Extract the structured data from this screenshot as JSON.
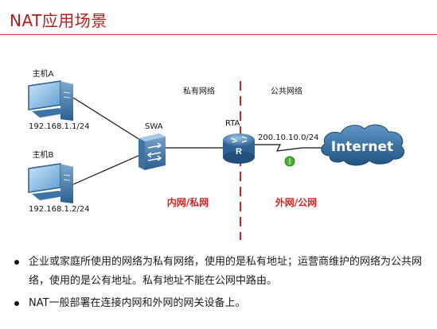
{
  "title": "NAT应用场景",
  "hosts": [
    {
      "label": "主机A",
      "ip": "192.168.1.1/24"
    },
    {
      "label": "主机B",
      "ip": "192.168.1.2/24"
    }
  ],
  "switch_label": "SWA",
  "router_label": "RTA",
  "router_ip": "200.10.10.0/24",
  "internet_label": "Internet",
  "zone_private": "私有网络",
  "zone_public": "公共网络",
  "side_inner": "内网/私网",
  "side_outer": "外网/公网",
  "bullets": [
    "企业或家庭所使用的网络为私有网络，使用的是私有地址；运营商维护的网络为公共网络，使用的是公有地址。私有地址不能在公网中路由。",
    "NAT一般部署在连接内网和外网的网关设备上。"
  ],
  "colors": {
    "title": "#b21e1e",
    "divider": "#d92020",
    "side_label": "#e02020",
    "device_blue": "#2f6fa8",
    "cloud_blue": "#2a6496",
    "nat_green": "#4caf3a"
  },
  "icons": [
    "pc-icon",
    "switch-icon",
    "router-icon",
    "cloud-icon",
    "nat-marker-icon"
  ]
}
